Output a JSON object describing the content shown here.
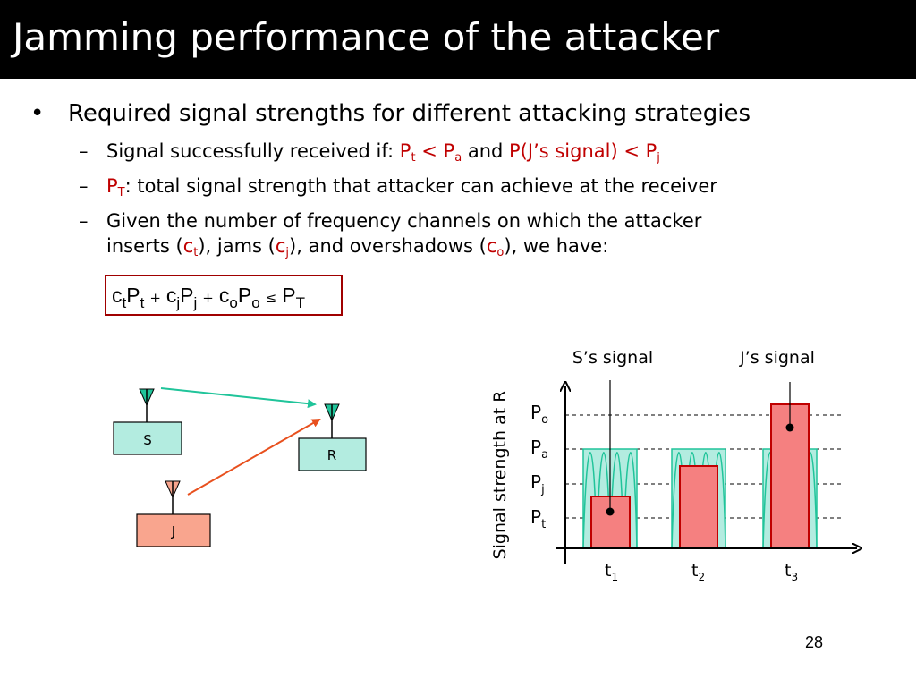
{
  "title": "Jamming performance of the attacker",
  "bullet1": {
    "marker": "•",
    "text": "Required signal strengths for different attacking strategies"
  },
  "sub1": {
    "dash": "–",
    "prefix": "Signal successfully received if: ",
    "p": "P",
    "t": "t",
    "lt1": " < P",
    "a": "a",
    "and": " and ",
    "pj": "P(J’s signal) < P",
    "j": "j"
  },
  "sub2": {
    "dash": "–",
    "p": "P",
    "T": "T",
    "text": ": total signal strength that attacker can achieve at the receiver"
  },
  "sub3": {
    "dash": "–",
    "line1": "Given the number of frequency channels on which the attacker",
    "l2a": "inserts (",
    "ct": "c",
    "t": "t",
    "l2b": "), jams (",
    "cj": "c",
    "j": "j",
    "l2c": "), and overshadows (",
    "co": "c",
    "o": "o",
    "l2d": "), we have:"
  },
  "formula": {
    "c1": "c",
    "s1": "t",
    "p1": "P",
    "s2": "t",
    "plus1": "+",
    "c2": "c",
    "s3": "j",
    "p2": "P",
    "s4": "j",
    "plus2": "+",
    "c3": "c",
    "s5": "o",
    "p3": "P",
    "s6": "o",
    "leq": "≤",
    "p4": "P",
    "s7": "T"
  },
  "network": {
    "s_label": "S",
    "r_label": "R",
    "j_label": "J",
    "colors": {
      "s": "#b3ece0",
      "r": "#b3ece0",
      "j": "#f9a58e",
      "s_arrow": "#20c49a",
      "j_arrow": "#e8501e"
    }
  },
  "chart": {
    "y_axis_label": "Signal strength at R",
    "s_signal_label": "S’s signal",
    "j_signal_label": "J’s signal",
    "levels": [
      {
        "name": "P",
        "sub": "o"
      },
      {
        "name": "P",
        "sub": "a"
      },
      {
        "name": "P",
        "sub": "j"
      },
      {
        "name": "P",
        "sub": "t"
      }
    ],
    "ticks": [
      {
        "name": "t",
        "sub": "1"
      },
      {
        "name": "t",
        "sub": "2"
      },
      {
        "name": "t",
        "sub": "3"
      }
    ],
    "bar_levels": [
      "P_t",
      "P_a",
      "P_o"
    ],
    "colors": {
      "bar": "#f58080",
      "bar_stroke": "#c00000",
      "signal": "#b3ece0",
      "signal_stroke": "#20c49a"
    }
  },
  "page_number": "28"
}
